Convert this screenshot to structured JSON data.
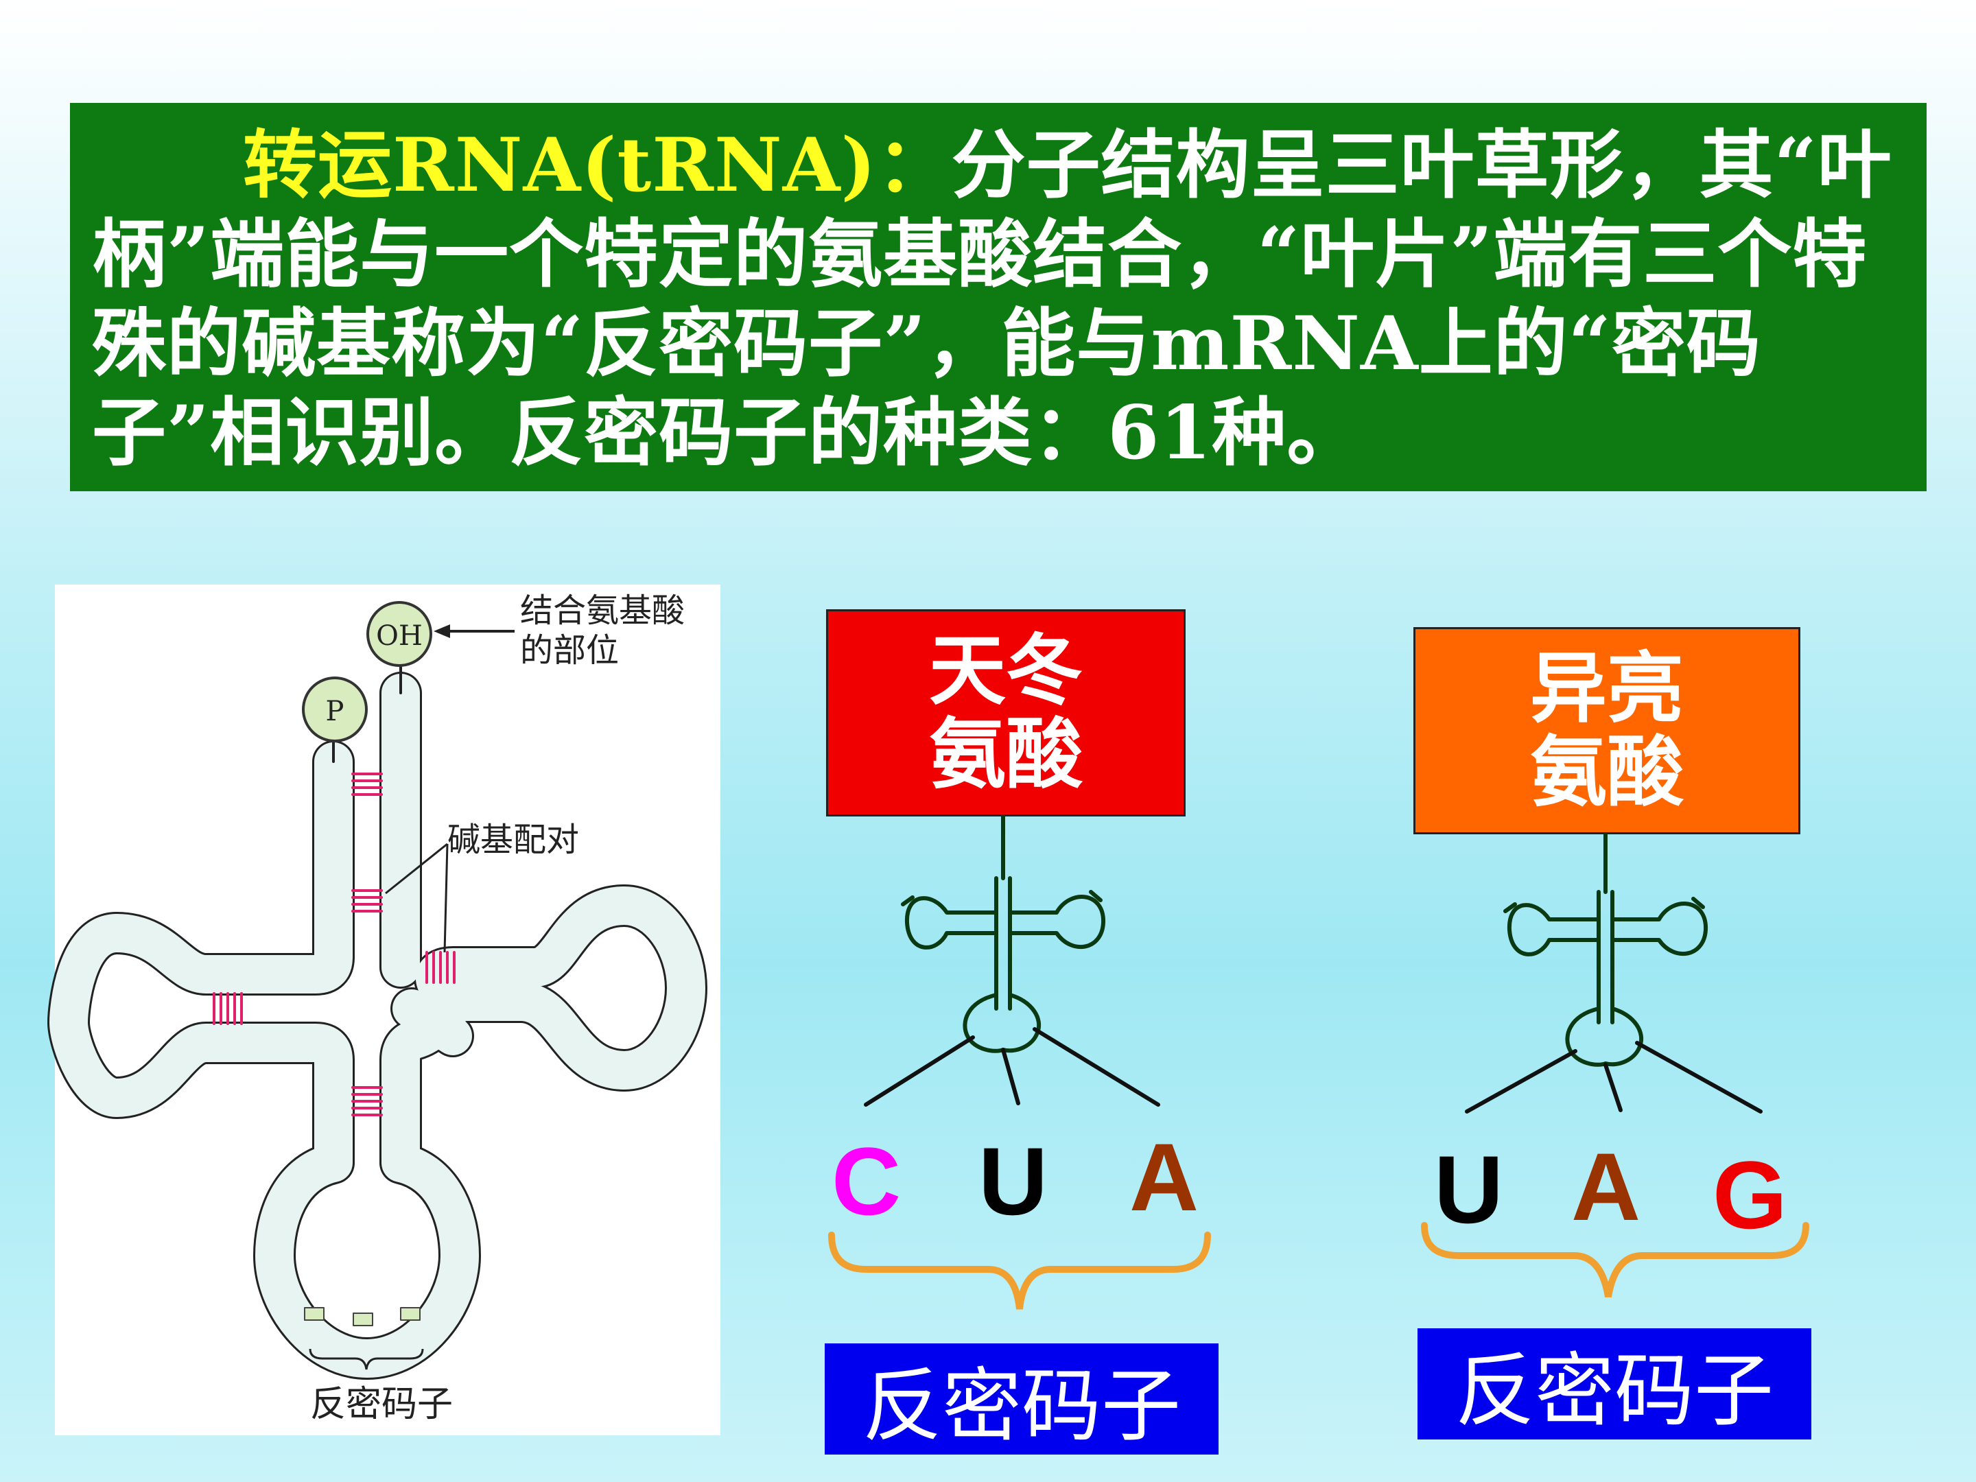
{
  "title": {
    "highlight": "转运RNA(tRNA)：",
    "body": "分子结构呈三叶草形，其“叶柄”端能与一个特定的氨基酸结合，“叶片”端有三个特殊的碱基称为“反密码子”，能与mRNA上的“密码子”相识别。反密码子的种类：61种。"
  },
  "diagram": {
    "oh_label": "OH",
    "p_label": "P",
    "binding_site_label_line1": "结合氨基酸",
    "binding_site_label_line2": "的部位",
    "base_pairing_label": "碱基配对",
    "anticodon_label": "反密码子"
  },
  "left_example": {
    "amino_acid_line1": "天冬",
    "amino_acid_line2": "氨酸",
    "bases": [
      {
        "letter": "C",
        "color": "#ff00ff"
      },
      {
        "letter": "U",
        "color": "#000000"
      },
      {
        "letter": "A",
        "color": "#993300"
      }
    ],
    "anticodon_label": "反密码子"
  },
  "right_example": {
    "amino_acid_line1": "异亮",
    "amino_acid_line2": "氨酸",
    "bases": [
      {
        "letter": "U",
        "color": "#000000"
      },
      {
        "letter": "A",
        "color": "#993300"
      },
      {
        "letter": "G",
        "color": "#ee0000"
      }
    ],
    "anticodon_label": "反密码子"
  },
  "colors": {
    "title_bg": "#0d7a12",
    "title_highlight": "#ffff22",
    "asp_box": "#f00000",
    "ile_box": "#ff6600",
    "label_box": "#0000ee",
    "brace": "#f0a030",
    "base_pair": "#e0206a",
    "trna_fill": "#e8f4f2"
  }
}
